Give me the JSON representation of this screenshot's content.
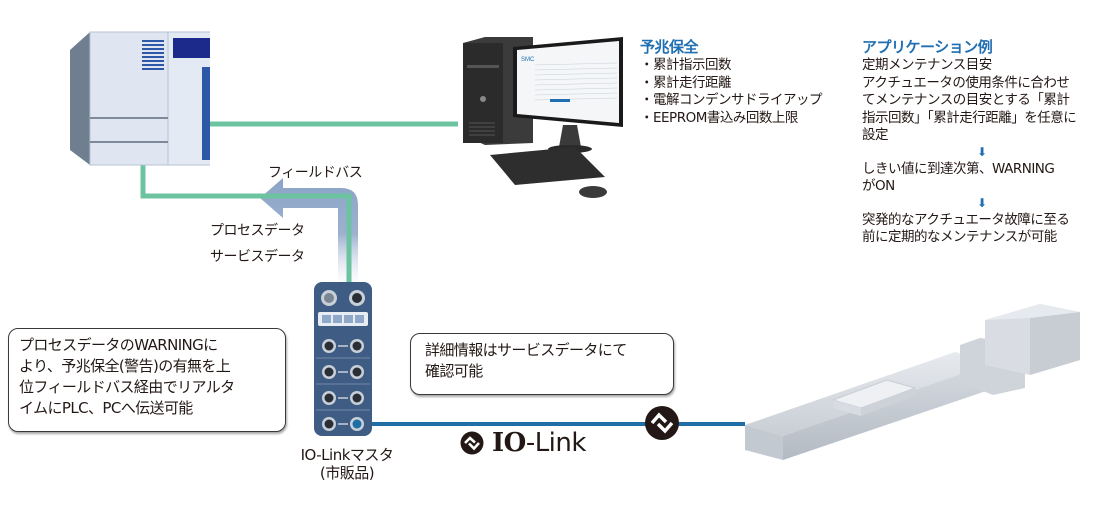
{
  "colors": {
    "fieldbus_line": "#6cc3a0",
    "iolink_line": "#1f6fa6",
    "heading_blue": "#1f6fb2",
    "master_body": "#3f5d84",
    "arrow_fill": "#8aa3c6"
  },
  "predictive_maintenance": {
    "title": "予兆保全",
    "items": [
      "・累計指示回数",
      "・累計走行距離",
      "・電解コンデンサドライアップ",
      "・EEPROM書込み回数上限"
    ]
  },
  "application_example": {
    "title": "アプリケーション例",
    "lines_1": [
      "定期メンテナンス目安",
      "アクチュエータの使用条件に合わせ",
      "てメンテナンスの目安とする「累計",
      "指示回数」「累計走行距離」を任意に",
      "設定"
    ],
    "arrow_1": "⬇",
    "lines_2": [
      "しきい値に到達次第、WARNING",
      "がON"
    ],
    "arrow_2": "⬇",
    "lines_3": [
      "突発的なアクチュエータ故障に至る",
      "前に定期的なメンテナンスが可能"
    ]
  },
  "fieldbus": {
    "label": "フィールドバス",
    "data_labels": [
      "プロセスデータ",
      "サービスデータ"
    ]
  },
  "callout_left": {
    "lines": [
      "プロセスデータのWARNINGに",
      "より、予兆保全(警告)の有無を上",
      "位フィールドバス経由でリアルタ",
      "イムにPLC、PCへ伝送可能"
    ]
  },
  "callout_center": {
    "lines": [
      "詳細情報はサービスデータにて",
      "確認可能"
    ]
  },
  "iolink_master": {
    "label": "IO-Linkマスタ",
    "sublabel": "(市販品)"
  },
  "iolink_logo": {
    "bold": "IO",
    "rest": "-Link"
  },
  "devices": {
    "plc": "plc-controller",
    "pc": "desktop-pc",
    "actuator": "electric-actuator",
    "pc_screen_brand": "SMC"
  }
}
